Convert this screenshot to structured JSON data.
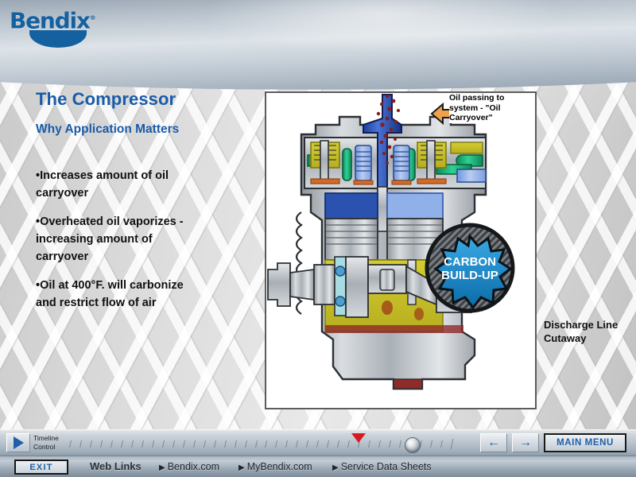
{
  "brand": {
    "logo_text": "Bendix",
    "logo_tm": "®"
  },
  "slide": {
    "title": "The Compressor",
    "subtitle": "Why Application Matters",
    "bullets": [
      "•Increases amount of oil carryover",
      "•Overheated oil vaporizes - increasing amount of carryover",
      "•Oil at 400°F. will carbonize and restrict flow of air"
    ]
  },
  "diagram": {
    "oil_callout": "Oil passing to system - \"Oil Carryover\"",
    "carbon_label_line1": "CARBON",
    "carbon_label_line2": "BUILD-UP",
    "side_label": "Discharge Line Cutaway"
  },
  "controls": {
    "play_icon": "play-icon",
    "timeline_label_line1": "Timeline",
    "timeline_label_line2": "Control",
    "back_icon": "←",
    "forward_icon": "→",
    "main_menu_label": "MAIN MENU",
    "marker_position_percent": 72,
    "knob_position_percent": 86
  },
  "footer": {
    "exit_label": "EXIT",
    "web_links_label": "Web Links",
    "links": [
      {
        "arrow": "▶",
        "label": "Bendix.com"
      },
      {
        "arrow": "▶",
        "label": "MyBendix.com"
      },
      {
        "arrow": "▶",
        "label": "Service Data Sheets"
      }
    ]
  },
  "colors": {
    "brand_blue": "#1a5ba8",
    "logo_blue": "#15609e",
    "marker_red": "#d71a21",
    "carbon_blue": "#1b8fd0",
    "oil_yellow": "#c9c22a",
    "valve_green": "#18a86b",
    "body_silver": "#b8bcc0"
  }
}
